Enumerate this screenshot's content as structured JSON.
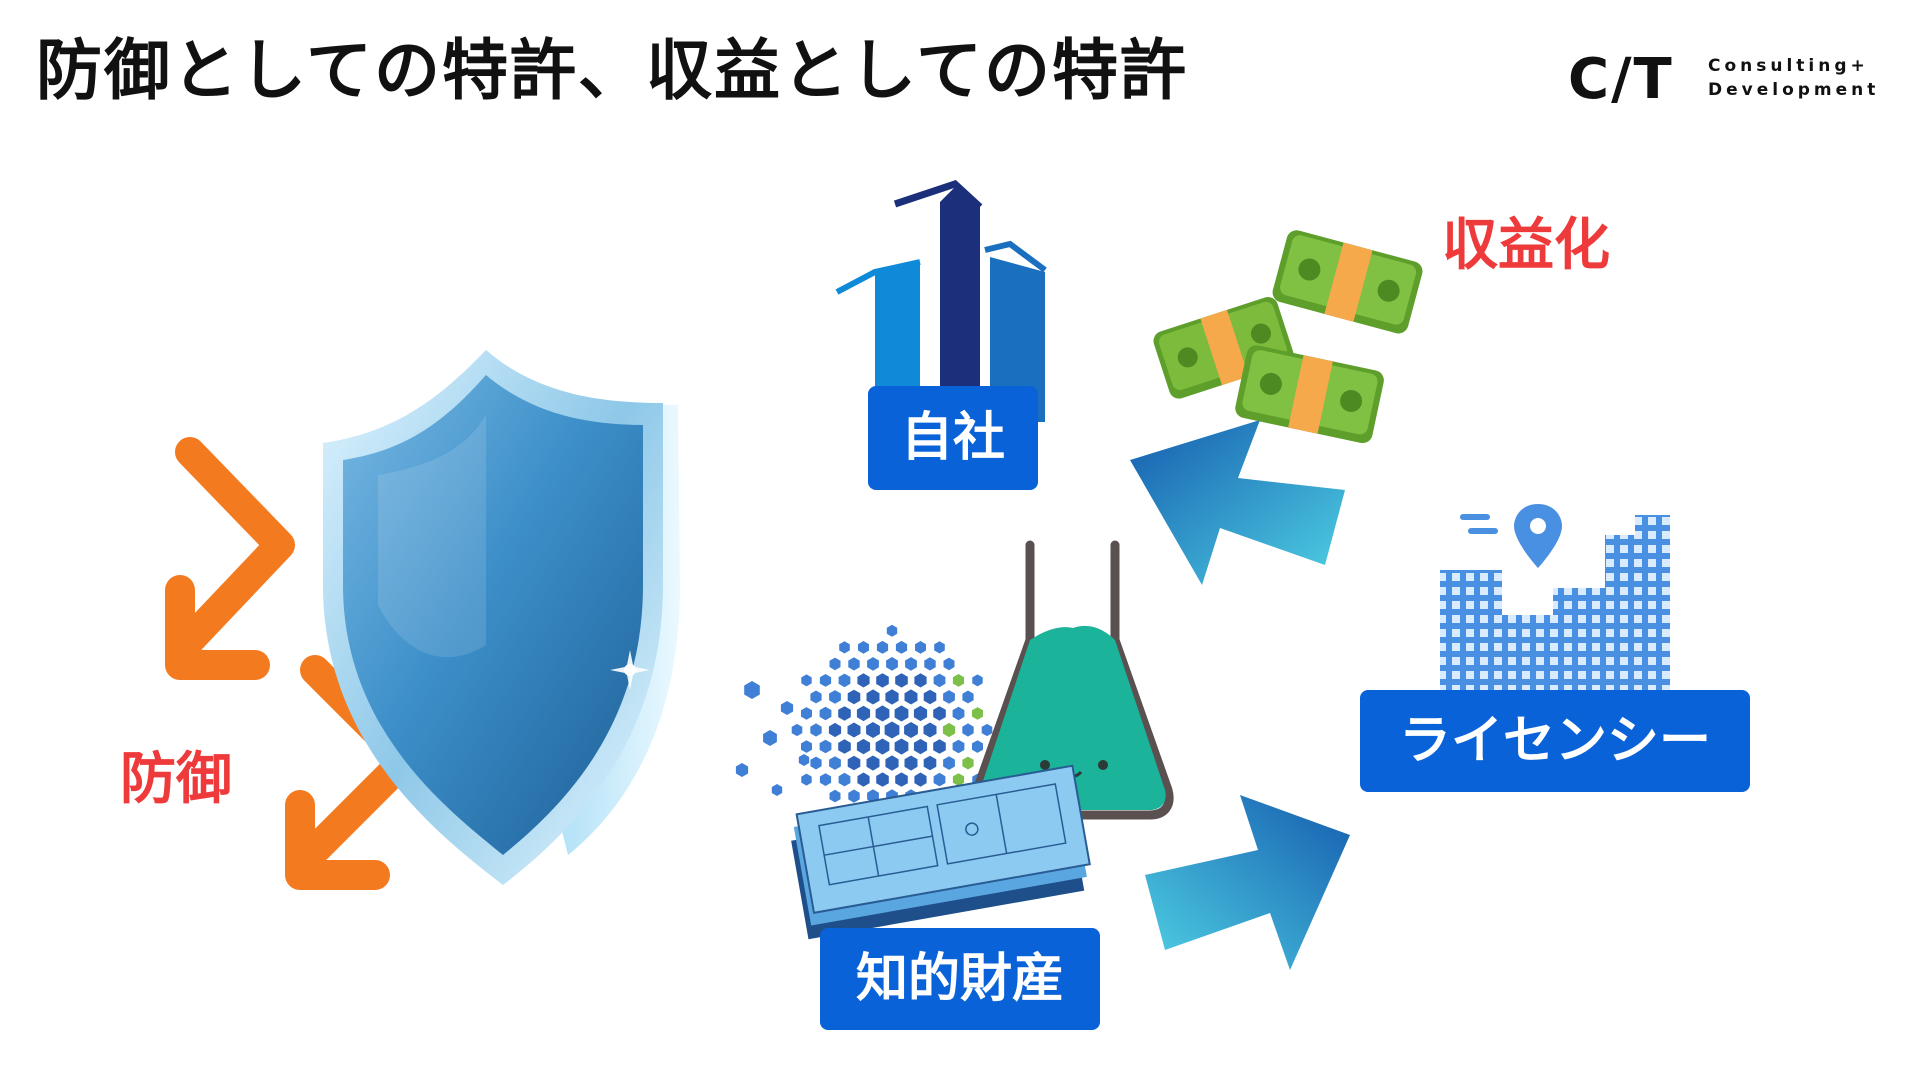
{
  "slide": {
    "title": "防御としての特許、収益としての特許"
  },
  "logo": {
    "mark": "C/T",
    "line1": "Consulting+",
    "line2": "Development"
  },
  "labels": {
    "defense": "防御",
    "monetization": "収益化"
  },
  "boxes": {
    "self_company": "自社",
    "intellectual_property": "知的財産",
    "licensee": "ライセンシー"
  },
  "colors": {
    "accent_red": "#ee3a3a",
    "box_blue": "#0a62d9",
    "arrow_orange": "#f47a20"
  },
  "icons": [
    "shield-icon",
    "company-building-icon",
    "money-stack-icon",
    "licensee-buildings-icon",
    "location-pin-icon",
    "hexagon-globe-icon",
    "flask-icon",
    "blueprint-icon",
    "arrow-icon"
  ]
}
